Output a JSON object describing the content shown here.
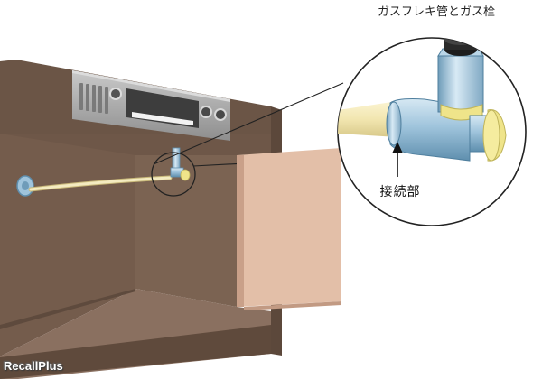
{
  "labels": {
    "title": "ガスフレキ管とガス栓",
    "connection_part": "接続部"
  },
  "watermark": {
    "text": "RecallPlus"
  },
  "icons": {
    "stove": "stove-icon",
    "gas-valve": "gas-valve-icon",
    "flexible-pipe": "flexible-pipe-icon",
    "arrow": "arrow-up-icon"
  },
  "colors": {
    "cabinet_dark": "#6e5748",
    "cabinet_floor": "#8a7060",
    "cabinet_door": "#e3bfa8",
    "pipe": "#f2e6b0",
    "valve_blue": "#9fc4dc",
    "valve_yellow": "#efe48a"
  }
}
